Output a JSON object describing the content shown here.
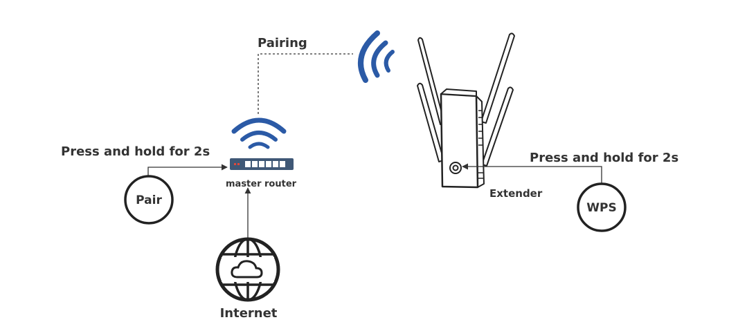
{
  "labels": {
    "pairing": "Pairing",
    "press_hold_left": "Press and hold for 2s",
    "press_hold_right": "Press and hold for 2s",
    "pair_button": "Pair",
    "wps_button": "WPS",
    "master_router": "master router",
    "extender": "Extender",
    "internet": "Internet"
  },
  "colors": {
    "wifi_blue": "#2b5aa6",
    "line": "#333333",
    "router_body": "#3f5876",
    "router_port": "#ffffff",
    "router_led": "#e0483a"
  }
}
